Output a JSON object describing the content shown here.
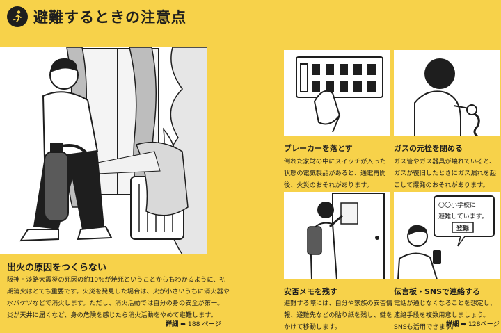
{
  "header": {
    "title": "避難するときの注意点",
    "badge_icon": "running-person-icon"
  },
  "main_section": {
    "heading": "出火の原因をつくらない",
    "body": "阪神・淡路大震災の死因の約10％が焼死ということからもわかるように、初期消火はとても重要です。火災を発見した場合は、火が小さいうちに消火器や水バケツなどで消火します。ただし、消火活動では自分の身の安全が第一。炎が天井に届くなど、身の危険を感じたら消火活動をやめて避難します。",
    "more_label": "詳細",
    "more_arrow": "➡",
    "more_page": "188 ページ"
  },
  "breaker": {
    "heading": "ブレーカーを落とす",
    "body": "倒れた家財の中にスイッチが入った状態の電気製品があると、通電再開後、火災のおそれがあります。"
  },
  "gas": {
    "heading": "ガスの元栓を閉める",
    "body": "ガス管やガス器具が壊れていると、ガスが復旧したときにガス漏れを起こして爆発のおそれがあります。"
  },
  "memo": {
    "heading": "安否メモを残す",
    "body": "避難する際には、自分や家族の安否情報、避難先などの貼り紙を残し、鍵をかけて移動します。"
  },
  "sns": {
    "heading": "伝言板・SNSで連絡する",
    "body": "電話が通じなくなることを想定し、連絡手段を複数用意しましょう。SNSも活用できます。",
    "sign_line1": "〇〇小学校に",
    "sign_line2": "避難しています。",
    "sign_stamp": "登録",
    "more_label": "詳細",
    "more_arrow": "➡",
    "more_page": "128ページ"
  },
  "colors": {
    "background": "#f7d24a",
    "ink": "#1e1e1e",
    "panel": "#ffffff"
  }
}
